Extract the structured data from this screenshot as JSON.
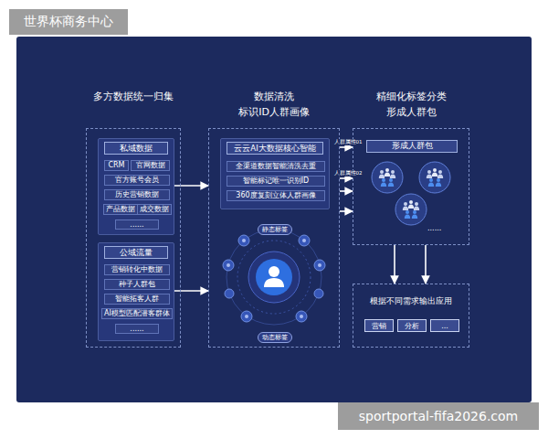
{
  "diagram": {
    "nodes": [
      {
        "text": [
          "多方数据统一归集"
        ]
      },
      {
        "text": [
          "私域数据"
        ],
        "in": 0
      },
      {
        "text": [
          "CRM"
        ],
        "in": 1
      },
      {
        "text": [
          "官网数据"
        ],
        "in": 1
      },
      {
        "text": [
          "官方账号会员"
        ],
        "in": 1
      },
      {
        "text": [
          "历史营销数据"
        ],
        "in": 1
      },
      {
        "text": [
          "产品数据"
        ],
        "in": 1
      },
      {
        "text": [
          "成交数据"
        ],
        "in": 1
      },
      {
        "text": [
          "......"
        ],
        "in": 1
      },
      {
        "text": [
          "公域流量"
        ],
        "in": 0
      },
      {
        "text": [
          "营销转化中数据"
        ],
        "in": 9
      },
      {
        "text": [
          "种子人群包"
        ],
        "in": 9
      },
      {
        "text": [
          "智能拓客人群"
        ],
        "in": 9
      },
      {
        "text": [
          "AI模型匹配潜客群体"
        ],
        "in": 9
      },
      {
        "text": [
          "......"
        ],
        "in": 9
      },
      {
        "text": [
          "数据清洗 标识ID人群画像"
        ]
      },
      {
        "text": [
          "云云AI大数据核心智能"
        ],
        "in": 15
      },
      {
        "text": [
          "全渠道数据智能清洗去重"
        ],
        "in": 16
      },
      {
        "text": [
          "智能标记唯一识别ID"
        ],
        "in": 16
      },
      {
        "text": [
          "360度复刻立体人群画像"
        ],
        "in": 16
      },
      {
        "text": [
          "静态标签"
        ],
        "in": 15
      },
      {
        "text": [
          "动态标签"
        ],
        "in": 15
      },
      {
        "text": [
          "精细化标签分类 形成人群包"
        ]
      },
      {
        "text": [
          "形成人群包"
        ],
        "in": 22
      },
      {
        "text": [
          "根据不同需求输出应用"
        ]
      },
      {
        "text": [
          "营销"
        ],
        "in": 24
      },
      {
        "text": [
          "分析"
        ],
        "in": 24
      },
      {
        "text": [
          "..."
        ],
        "in": 24
      }
    ],
    "edges": [
      {
        "from": 1,
        "to": 15,
        "arrow": "to"
      },
      {
        "from": 9,
        "to": 15,
        "arrow": "to"
      },
      {
        "from": 15,
        "to": 22,
        "label": "人群属性01",
        "arrow": "to"
      },
      {
        "from": 15,
        "to": 22,
        "label": "人群属性02",
        "arrow": "to"
      },
      {
        "from": 15,
        "to": 22,
        "arrow": "to"
      },
      {
        "from": 15,
        "to": 22,
        "arrow": "to"
      },
      {
        "from": 22,
        "to": 24,
        "arrow": "to"
      },
      {
        "from": 22,
        "to": 24,
        "arrow": "to"
      }
    ],
    "labels": [
      "世界杯商务中心",
      "sportportal-fifa2026.com",
      "......"
    ]
  }
}
